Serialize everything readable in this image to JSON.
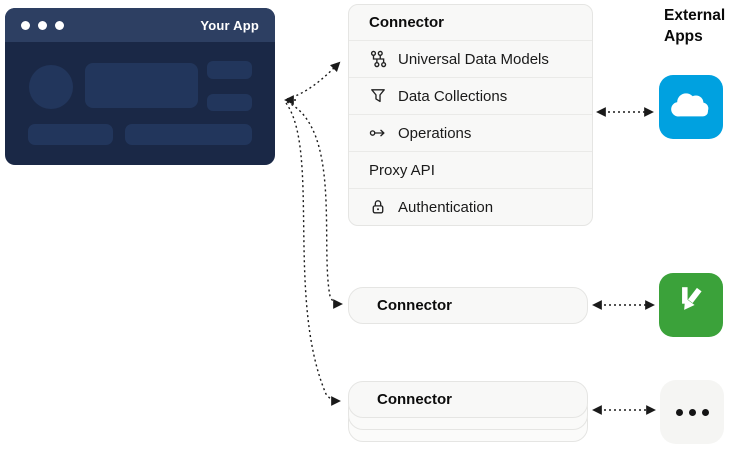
{
  "colors": {
    "app_header": "#2d3f62",
    "app_body": "#1a2846",
    "app_shape": "#22365c",
    "connector_bg": "#f8f8f7",
    "connector_border": "#e5e5e3",
    "divider": "#eaeae8",
    "arrow": "#1a1a1a",
    "salesforce_blue": "#00a1e0",
    "green_app": "#3ba23a",
    "dots_bg": "#f5f5f3"
  },
  "app_window": {
    "title": "Your App"
  },
  "main_connector": {
    "title": "Connector",
    "rows": [
      {
        "icon": "data-models-icon",
        "label": "Universal Data Models"
      },
      {
        "icon": "filter-icon",
        "label": "Data Collections"
      },
      {
        "icon": "operations-icon",
        "label": "Operations"
      },
      {
        "icon": null,
        "label": "Proxy API"
      },
      {
        "icon": "lock-icon",
        "label": "Authentication"
      }
    ]
  },
  "connector_2": {
    "title": "Connector"
  },
  "connector_3": {
    "title": "Connector"
  },
  "external_apps": {
    "label": "External Apps",
    "apps": [
      {
        "name": "salesforce",
        "icon": "salesforce-cloud-icon"
      },
      {
        "name": "green-arrow-app",
        "icon": "arrow-k-icon"
      },
      {
        "name": "more-apps",
        "icon": "ellipsis-icon"
      }
    ]
  }
}
